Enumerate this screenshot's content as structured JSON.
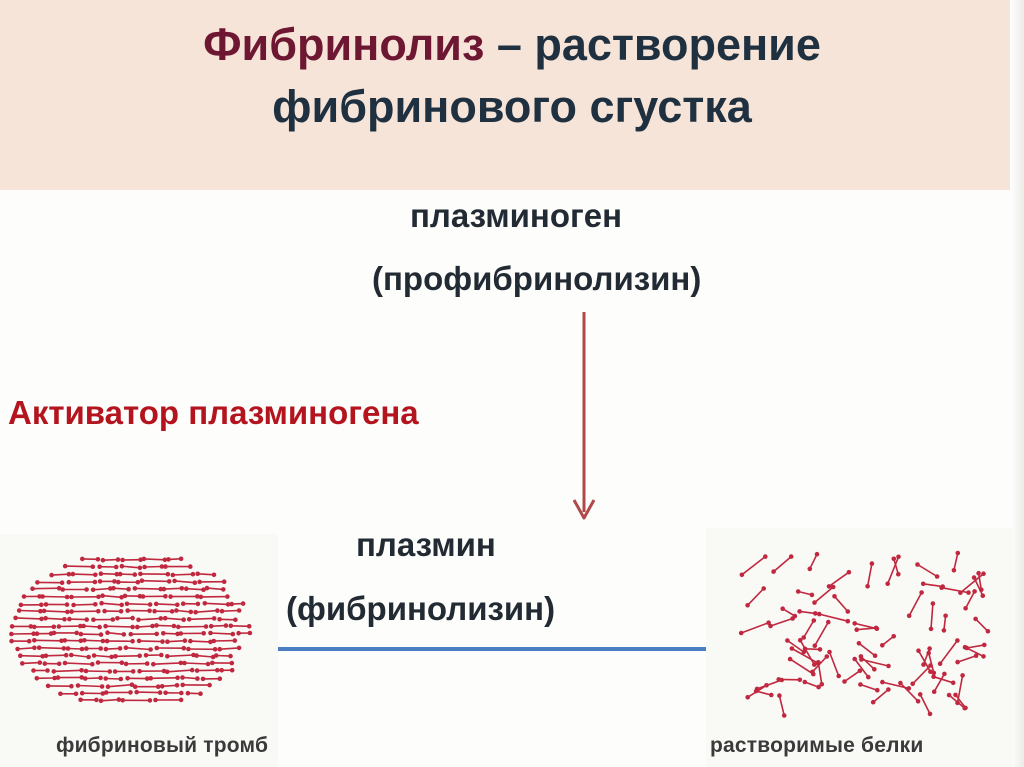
{
  "title": {
    "highlight": "Фибринолиз",
    "line1_rest": " – растворение",
    "line2": "фибринового сгустка"
  },
  "labels": {
    "plasminogen": "плазминоген",
    "profibrinolysin": "(профибринолизин)",
    "activator": "Активатор плазминогена",
    "plasmin": "плазмин",
    "fibrinolysin": "(фибринолизин)"
  },
  "images": {
    "left_caption": "фибриновый тромб",
    "right_caption": "растворимые белки"
  },
  "colors": {
    "title_band": "#f6e4d8",
    "title_text": "#1f3140",
    "title_highlight": "#6e1733",
    "activator_text": "#b3141d",
    "vertical_arrow": "#b04a4a",
    "horizontal_arrow": "#4a7fc4",
    "fiber": "#c0283f"
  }
}
